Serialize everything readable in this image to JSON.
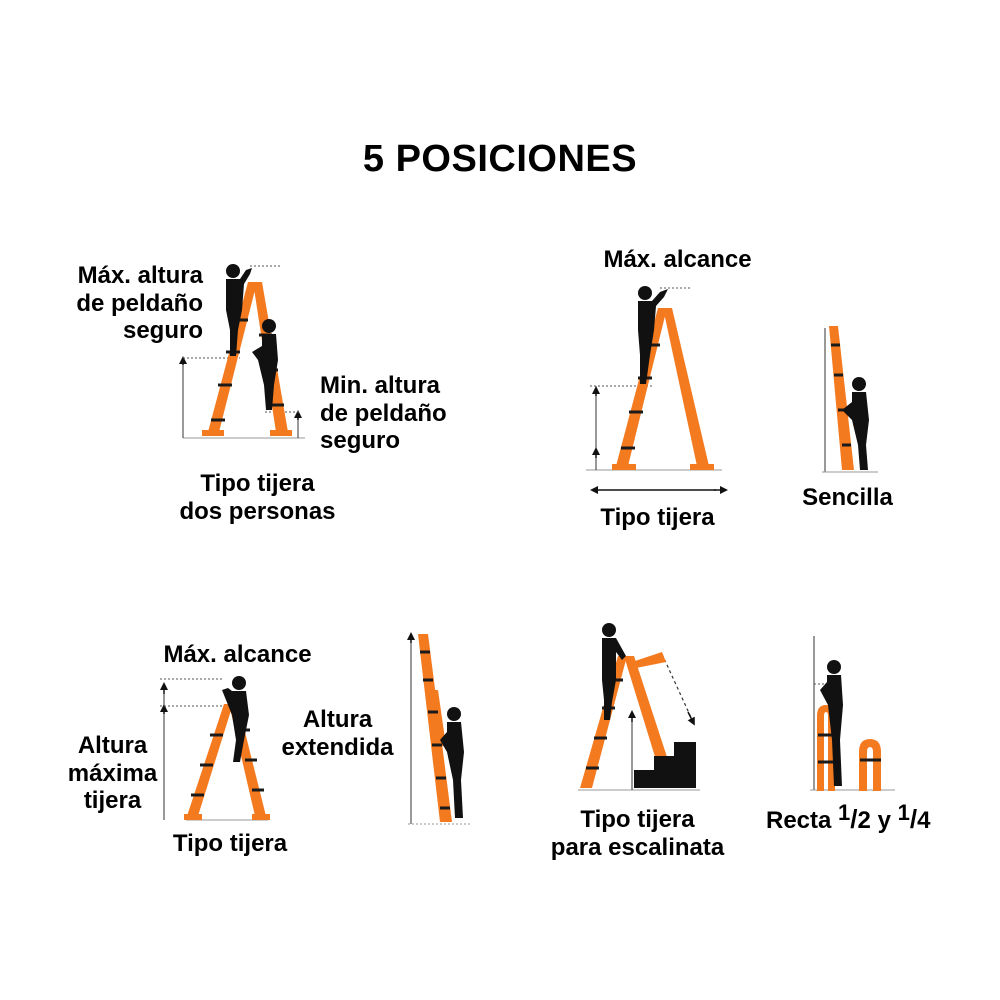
{
  "title": "5 POSICIONES",
  "colors": {
    "ladder": "#f47a20",
    "silhouette": "#111111",
    "stripe": "#1a1a1a"
  },
  "panels": {
    "tijera_dos_personas": {
      "max_label": "Máx. altura\nde peldaño\nseguro",
      "min_label": "Min. altura\nde peldaño\nseguro",
      "caption": "Tipo tijera\ndos personas"
    },
    "tijera": {
      "reach_label": "Máx. alcance",
      "caption": "Tipo tijera"
    },
    "sencilla": {
      "caption": "Sencilla"
    },
    "tijera_maxima": {
      "reach_label": "Máx. alcance",
      "height_label": "Altura\nmáxima\ntijera",
      "caption": "Tipo tijera"
    },
    "extendida": {
      "height_label": "Altura\nextendida"
    },
    "escalinata": {
      "caption": "Tipo tijera\npara escalinata"
    },
    "recta": {
      "caption_prefix": "Recta",
      "frac1_num": "1",
      "frac1_den": "2",
      "conj": "y",
      "frac2_num": "1",
      "frac2_den": "4"
    }
  }
}
